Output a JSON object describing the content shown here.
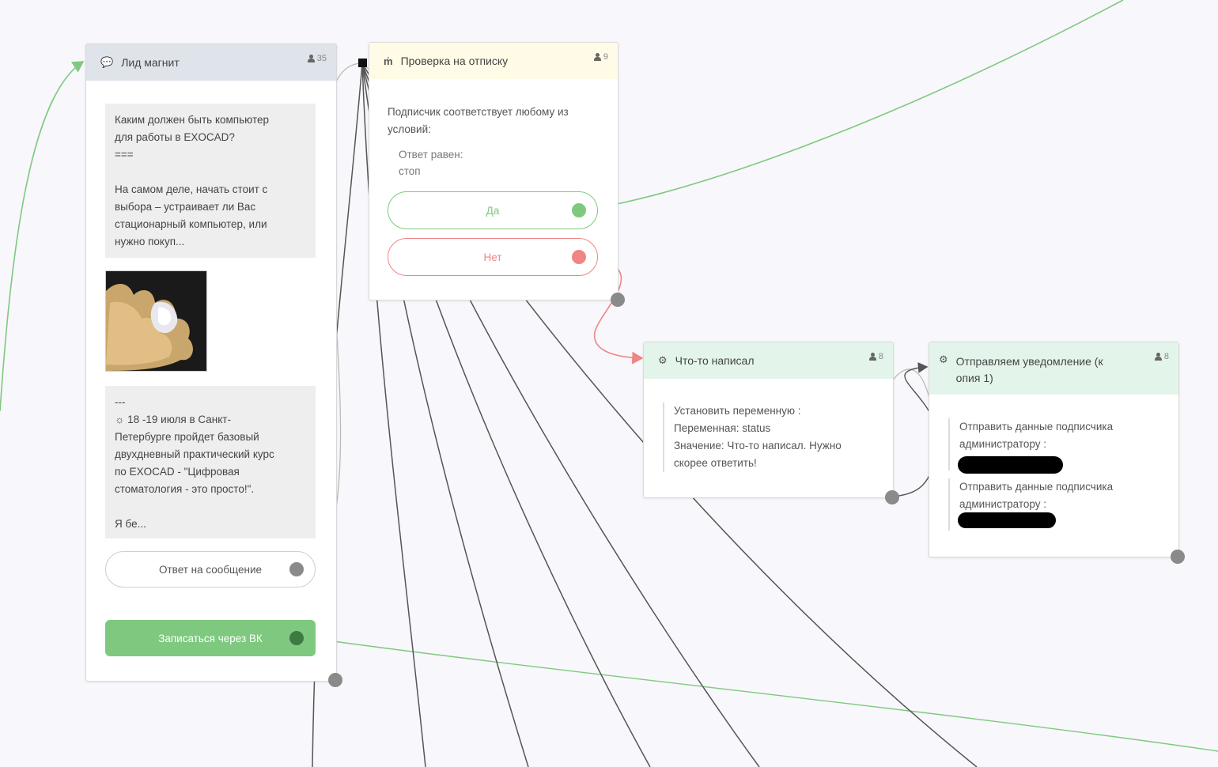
{
  "colors": {
    "accent_green": "#7ec97f",
    "accent_red": "#ef8585",
    "wire_dark": "#555555",
    "header_gray": "#dfe3ea",
    "header_yellow": "#fffbe6",
    "header_green": "#e3f5ea"
  },
  "lead_magnet": {
    "title": "Лид магнит",
    "icon": "chat-bubble-icon",
    "count": "35",
    "message_text": "Каким должен быть компьютер\nдля работы в EXOCAD?\n===\n\nНа самом деле, начать стоит с\nвыбора – устраивает ли Вас\nстационарный компьютер, или\nнужно покуп...",
    "image_icon": "dental-crown-image",
    "message2_text": "---\n☼ 18 -19 июля в Санкт-\nПетербурге пройдет базовый\nдвухдневный практический курс\nпо EXOCAD - \"Цифровая\nстоматология - это просто!\".\n\nЯ бе...",
    "reply_button": "Ответ на сообщение",
    "vk_button": "Записаться через ВК"
  },
  "unsub_check": {
    "title": "Проверка на отписку",
    "icon": "branch-icon",
    "count": "9",
    "condition_text": "Подписчик соответствует любому из\nусловий:",
    "rule_label": "Ответ равен:",
    "rule_value": "стоп",
    "yes_label": "Да",
    "no_label": "Нет"
  },
  "wrote_something": {
    "title": "Что-то написал",
    "icon": "gears-icon",
    "count": "8",
    "action_label": "Установить переменную :",
    "var_line": "Переменная: status",
    "value_line": "Значение: Что-то написал. Нужно\nскорее ответить!"
  },
  "notify": {
    "title": "Отправляем уведомление (к\nопия 1)",
    "icon": "gears-icon",
    "count": "8",
    "action1": "Отправить данные подписчика\nадминистратору :",
    "action2": "Отправить данные подписчика\nадминистратору :"
  }
}
